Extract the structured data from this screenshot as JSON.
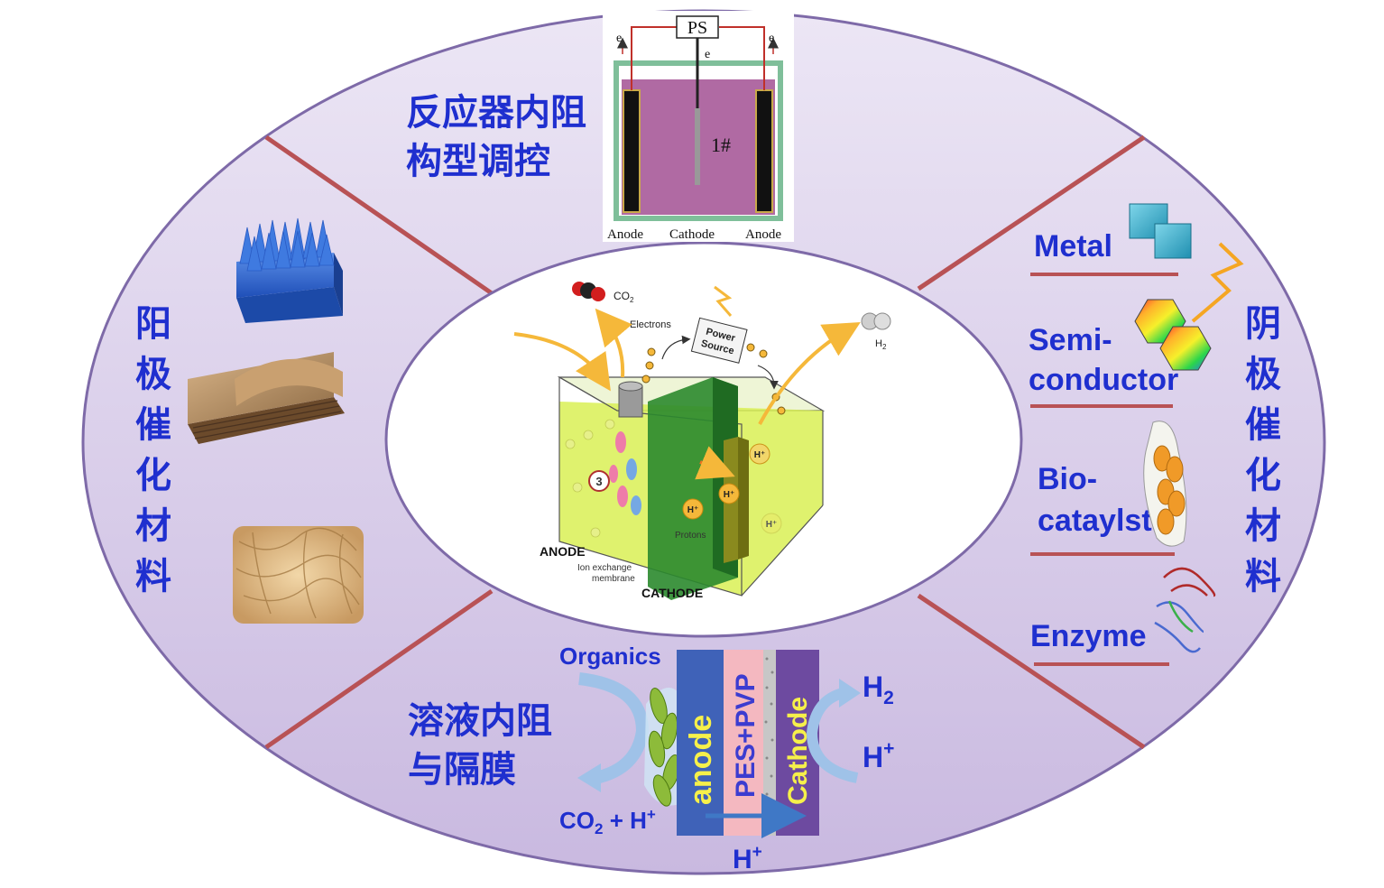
{
  "colors": {
    "ellipse_fill": "#e1d8ef",
    "ellipse_stroke": "#7e6aa8",
    "divider": "#b85255",
    "label_blue": "#1f2fcf",
    "electrolyte": "#d9f055",
    "membrane": "#2b8a2e",
    "reactor_fill": "#b06aa3",
    "arrow_yellow": "#f5b83a"
  },
  "top_section": {
    "title_lines": [
      "反应器内阻",
      "构型调控"
    ],
    "ps_label": "PS",
    "electron_left": "e",
    "electron_right": "e",
    "electron_center": "e",
    "chamber_label": "1#",
    "bottom_labels": [
      "Anode",
      "Cathode",
      "Anode"
    ]
  },
  "left_section": {
    "title_chars": [
      "阳",
      "极",
      "催",
      "化",
      "材",
      "料"
    ],
    "images": [
      "blue-spike-foam-image",
      "corrugated-carbon-sheet-image",
      "fibrous-felt-image"
    ]
  },
  "right_section": {
    "title_chars": [
      "阴",
      "极",
      "催",
      "化",
      "材",
      "料"
    ],
    "items": [
      {
        "lines": [
          "Metal"
        ]
      },
      {
        "lines": [
          "Semi-",
          "conductor"
        ]
      },
      {
        "lines": [
          "Bio-",
          "cataylst"
        ]
      },
      {
        "lines": [
          "Enzyme"
        ]
      }
    ]
  },
  "bottom_section": {
    "title_lines": [
      "溶液内阻",
      "与隔膜"
    ],
    "organics_label": "Organics",
    "co2_label": "CO",
    "co2_sub": "2",
    "co2_tail": " + H",
    "co2_sup": "+",
    "anode_label": "anode",
    "membrane_label": "PES+PVP",
    "cathode_label": "Cathode",
    "h2_label": "H",
    "h2_sub": "2",
    "hplus_label": "H",
    "hplus_sup": "+",
    "bottom_h_label": "H",
    "bottom_h_sup": "+"
  },
  "center_diagram": {
    "co2_label": "CO",
    "co2_sub": "2",
    "h2_label": "H",
    "h2_sub": "2",
    "electrons_label": "Electrons",
    "power_source_lines": [
      "Power",
      "Source"
    ],
    "anode_label": "ANODE",
    "membrane_lines": [
      "Ion exchange",
      "membrane"
    ],
    "cathode_label": "CATHODE",
    "protons_label": "Protons",
    "hplus_label": "H⁺",
    "step_number": "3"
  }
}
